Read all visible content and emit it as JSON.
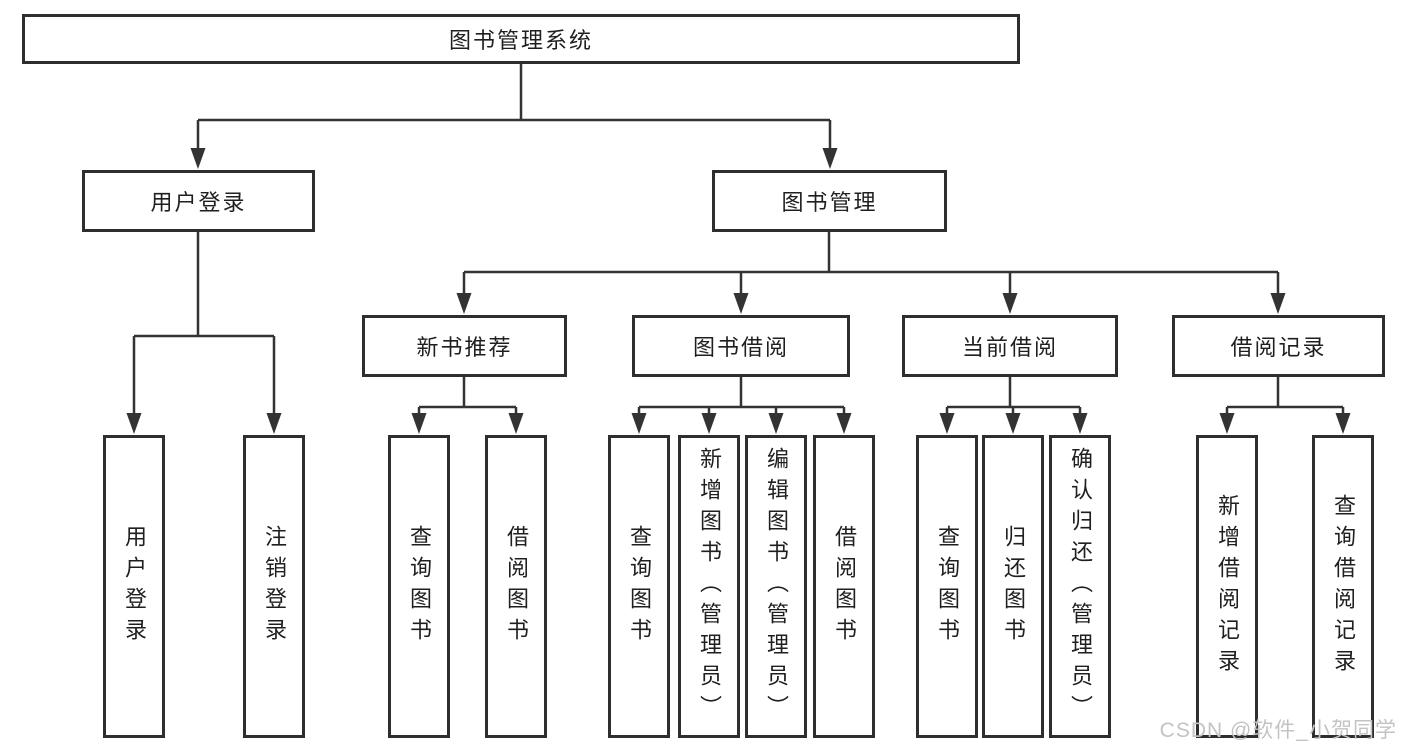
{
  "tree": {
    "label": "图书管理系统",
    "children": [
      {
        "label": "用户登录",
        "children": [
          {
            "label": "用户登录"
          },
          {
            "label": "注销登录"
          }
        ]
      },
      {
        "label": "图书管理",
        "children": [
          {
            "label": "新书推荐",
            "children": [
              {
                "label": "查询图书"
              },
              {
                "label": "借阅图书"
              }
            ]
          },
          {
            "label": "图书借阅",
            "children": [
              {
                "label": "查询图书"
              },
              {
                "label": "新增图书（管理员）"
              },
              {
                "label": "编辑图书（管理员）"
              },
              {
                "label": "借阅图书"
              }
            ]
          },
          {
            "label": "当前借阅",
            "children": [
              {
                "label": "查询图书"
              },
              {
                "label": "归还图书"
              },
              {
                "label": "确认归还（管理员）"
              }
            ]
          },
          {
            "label": "借阅记录",
            "children": [
              {
                "label": "新增借阅记录"
              },
              {
                "label": "查询借阅记录"
              }
            ]
          }
        ]
      }
    ]
  },
  "watermark": {
    "text": "CSDN @软件_小贺同学"
  },
  "colors": {
    "border": "#2e2e2e",
    "line": "#333333",
    "text": "#1f1f1f",
    "watermark": "#c3c3c3",
    "background": "#ffffff"
  }
}
